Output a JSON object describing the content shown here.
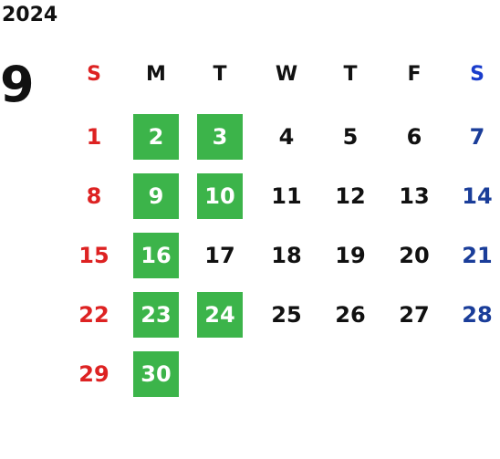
{
  "year": "2024",
  "month": "9",
  "weekdays": [
    "S",
    "M",
    "T",
    "W",
    "T",
    "F",
    "S"
  ],
  "weeks": [
    [
      "",
      "",
      "",
      "",
      "",
      "",
      ""
    ],
    [
      "1",
      "2",
      "3",
      "4",
      "5",
      "6",
      "7"
    ],
    [
      "8",
      "9",
      "10",
      "11",
      "12",
      "13",
      "14"
    ],
    [
      "15",
      "16",
      "17",
      "18",
      "19",
      "20",
      "21"
    ],
    [
      "22",
      "23",
      "24",
      "25",
      "26",
      "27",
      "28"
    ],
    [
      "29",
      "30",
      "",
      "",
      "",
      "",
      ""
    ]
  ],
  "highlighted_days": [
    "2",
    "3",
    "9",
    "10",
    "16",
    "23",
    "24",
    "30"
  ],
  "colors": {
    "sunday": "#dd2222",
    "saturday": "#1a3d99",
    "weekday": "#111111",
    "highlight": "#3cb44a",
    "highlight_text": "#ffffff"
  }
}
